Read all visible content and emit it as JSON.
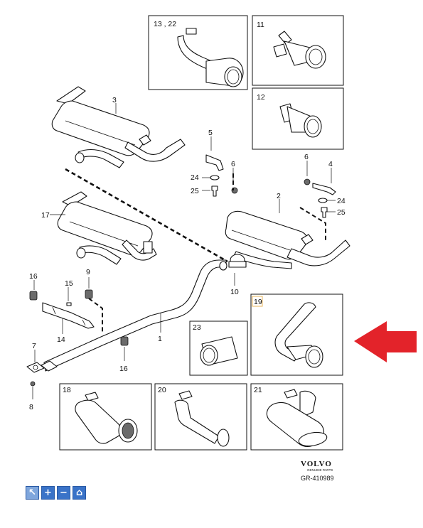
{
  "callouts": {
    "c1": "1",
    "c2": "2",
    "c3": "3",
    "c4": "4",
    "c5": "5",
    "c6a": "6",
    "c6b": "6",
    "c7": "7",
    "c8": "8",
    "c9": "9",
    "c10": "10",
    "c14": "14",
    "c15": "15",
    "c16a": "16",
    "c16b": "16",
    "c17": "17",
    "c24a": "24",
    "c24b": "24",
    "c25a": "25",
    "c25b": "25"
  },
  "insets": {
    "i13_22": "13 , 22",
    "i11": "11",
    "i12": "12",
    "i19": "19",
    "i23": "23",
    "i18": "18",
    "i20": "20",
    "i21": "21"
  },
  "brand": {
    "name": "VOLVO",
    "tagline": "GENUINE PARTS",
    "diagram_code": "GR-410989"
  },
  "colors": {
    "highlight_arrow": "#e3232a",
    "selected_inset_border": "#e8b45a",
    "toolbar_button": "#3a73c8"
  },
  "toolbar": {
    "select": "select-icon",
    "zoom_in": "plus-icon",
    "zoom_out": "minus-icon",
    "home": "home-icon",
    "glyph_plus": "+",
    "glyph_minus": "−",
    "glyph_home": "⌂",
    "glyph_select": "↖"
  }
}
